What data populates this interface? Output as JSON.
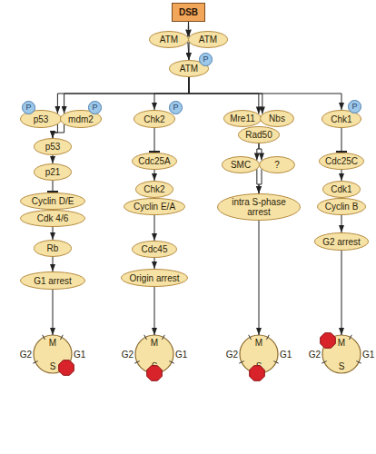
{
  "diagram": {
    "nodes": [
      {
        "text": [
          "DSB"
        ]
      },
      {
        "text": [
          "ATM"
        ]
      },
      {
        "text": [
          "ATM"
        ]
      },
      {
        "text": [
          "ATM"
        ]
      },
      {
        "text": [
          "P"
        ]
      },
      {
        "text": [
          "P"
        ]
      },
      {
        "text": [
          "P"
        ]
      },
      {
        "text": [
          "p53"
        ]
      },
      {
        "text": [
          "mdm2"
        ]
      },
      {
        "text": [
          "p53"
        ]
      },
      {
        "text": [
          "p21"
        ]
      },
      {
        "text": [
          "Cyclin D/E"
        ]
      },
      {
        "text": [
          "Cdk 4/6"
        ]
      },
      {
        "text": [
          "Rb"
        ]
      },
      {
        "text": [
          "G1 arrest"
        ]
      },
      {
        "text": [
          "M",
          "G2",
          "G1",
          "S"
        ]
      },
      {
        "text": [
          "Chk2"
        ]
      },
      {
        "text": [
          "P"
        ]
      },
      {
        "text": [
          "Cdc25A"
        ]
      },
      {
        "text": [
          "Chk2"
        ]
      },
      {
        "text": [
          "Cyclin E/A"
        ]
      },
      {
        "text": [
          "Cdc45"
        ]
      },
      {
        "text": [
          "Origin arrest"
        ]
      },
      {
        "text": [
          "M",
          "G2",
          "G1",
          "S"
        ]
      },
      {
        "text": [
          "Mre11"
        ]
      },
      {
        "text": [
          "Nbs"
        ]
      },
      {
        "text": [
          "Rad50"
        ]
      },
      {
        "text": [
          "SMC"
        ]
      },
      {
        "text": [
          "?"
        ]
      },
      {
        "text": [
          "intra S-phase arrest"
        ]
      },
      {
        "text": [
          "M",
          "G2",
          "G1",
          "S"
        ]
      },
      {
        "text": [
          "Chk1"
        ]
      },
      {
        "text": [
          "P"
        ]
      },
      {
        "text": [
          "Cdc25C"
        ]
      },
      {
        "text": [
          "Cdk1"
        ]
      },
      {
        "text": [
          "Cyclin B"
        ]
      },
      {
        "text": [
          "G2 arrest"
        ]
      },
      {
        "text": [
          "M",
          "G2",
          "G1",
          "S"
        ]
      }
    ],
    "edges": [
      {
        "from": 0,
        "to": 1,
        "arrow": "to"
      },
      {
        "from": 0,
        "to": 2,
        "arrow": "to"
      },
      {
        "from": 1,
        "to": 3,
        "arrow": "to"
      },
      {
        "from": 2,
        "to": 3,
        "arrow": "to"
      },
      {
        "from": 3,
        "to": 7,
        "arrow": "to"
      },
      {
        "from": 3,
        "to": 8,
        "arrow": "to"
      },
      {
        "from": 3,
        "to": 16,
        "arrow": "to"
      },
      {
        "from": 3,
        "to": 24,
        "arrow": "to"
      },
      {
        "from": 3,
        "to": 25,
        "arrow": "to"
      },
      {
        "from": 3,
        "to": 31,
        "arrow": "to"
      },
      {
        "from": 7,
        "to": 9,
        "arrow": "to"
      },
      {
        "from": 8,
        "to": 9,
        "arrow": "to"
      },
      {
        "from": 9,
        "to": 10,
        "arrow": "to"
      },
      {
        "from": 10,
        "to": 11,
        "arrow": "to"
      },
      {
        "from": 12,
        "to": 13,
        "arrow": "to"
      },
      {
        "from": 13,
        "to": 14,
        "arrow": "to"
      },
      {
        "from": 14,
        "to": 15,
        "arrow": "to"
      },
      {
        "from": 16,
        "to": 18,
        "arrow": "to"
      },
      {
        "from": 18,
        "to": 19,
        "arrow": "to"
      },
      {
        "from": 20,
        "to": 21,
        "arrow": "to"
      },
      {
        "from": 21,
        "to": 22,
        "arrow": "to"
      },
      {
        "from": 22,
        "to": 23,
        "arrow": "to"
      },
      {
        "from": 26,
        "to": 27,
        "arrow": "to"
      },
      {
        "from": 26,
        "to": 28,
        "arrow": "to"
      },
      {
        "from": 27,
        "to": 29,
        "arrow": "to"
      },
      {
        "from": 28,
        "to": 29,
        "arrow": "to"
      },
      {
        "from": 29,
        "to": 30,
        "arrow": "to"
      },
      {
        "from": 31,
        "to": 33,
        "arrow": "to"
      },
      {
        "from": 33,
        "to": 34,
        "arrow": "to"
      },
      {
        "from": 35,
        "to": 36,
        "arrow": "to"
      },
      {
        "from": 36,
        "to": 37,
        "arrow": "to"
      }
    ]
  }
}
